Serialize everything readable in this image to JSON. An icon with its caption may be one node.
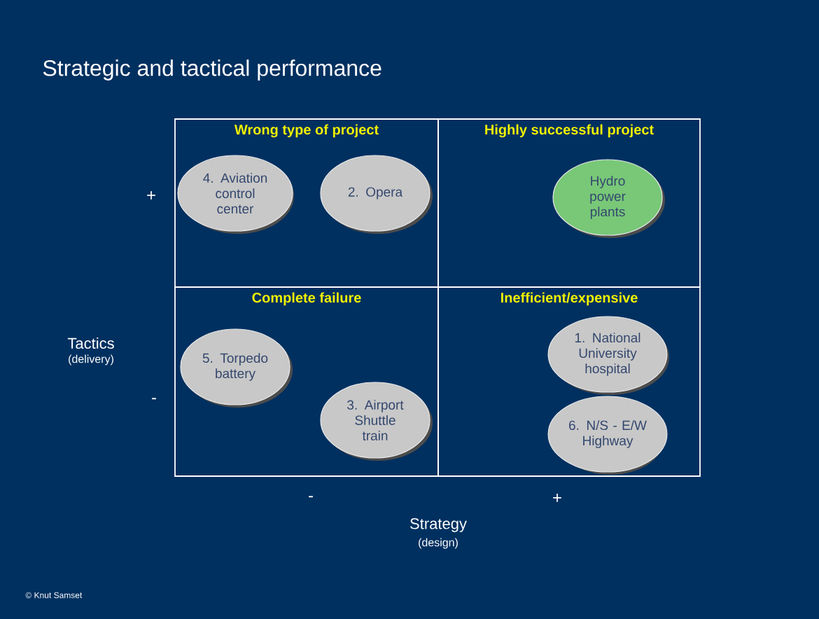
{
  "diagram": {
    "title": "Strategic and tactical performance",
    "nodes": [
      {
        "text": [
          "Wrong type of project"
        ]
      },
      {
        "text": [
          "Highly successful project"
        ]
      },
      {
        "text": [
          "Complete failure"
        ]
      },
      {
        "text": [
          "Inefficient/expensive"
        ]
      },
      {
        "text": [
          "4. Aviation control center"
        ],
        "in": 0
      },
      {
        "text": [
          "2. Opera"
        ],
        "in": 0
      },
      {
        "text": [
          "Hydro power plants"
        ],
        "in": 1
      },
      {
        "text": [
          "5. Torpedo battery"
        ],
        "in": 2
      },
      {
        "text": [
          "3. Airport Shuttle train"
        ],
        "in": 2
      },
      {
        "text": [
          "1. National University hospital"
        ],
        "in": 3
      },
      {
        "text": [
          "6. N/S - E/W Highway"
        ],
        "in": 3
      }
    ],
    "labels": [
      "+",
      "-",
      "Tactics",
      "(delivery)",
      "-",
      "+",
      "Strategy",
      "(design)",
      "© Knut Samset"
    ]
  }
}
